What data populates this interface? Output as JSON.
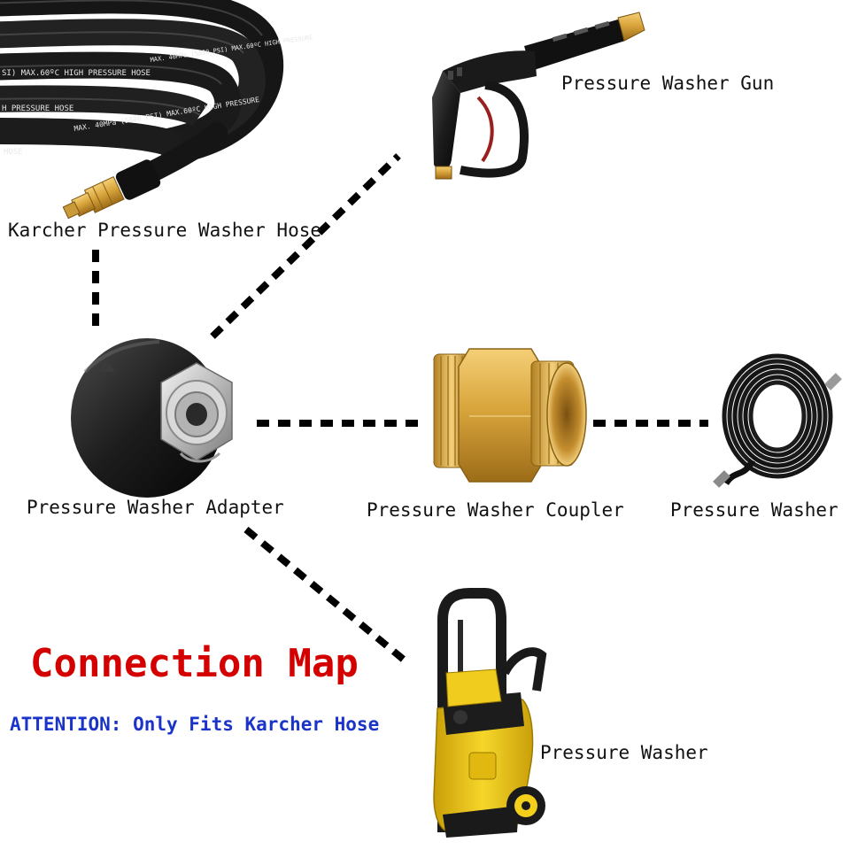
{
  "labels": {
    "hose": "Karcher Pressure Washer Hose",
    "gun": "Pressure Washer Gun",
    "adapter": "Pressure Washer Adapter",
    "coupler": "Pressure Washer Coupler",
    "washer_hose": "Pressure Washer",
    "washer_machine": "Pressure Washer"
  },
  "title": "Connection Map",
  "attention": "ATTENTION: Only Fits Karcher Hose",
  "hose_print": {
    "line1": "SI) MAX.60ºC HIGH PRESSURE HOSE",
    "line2": "MAX. 40MPa (5800 PSI) MAX.60ºC HIGH PRESSURE",
    "line3": "H PRESSURE HOSE",
    "line4": "MAX. 40MPa (5800 PSI) MAX.60ºC HIGH PRESSURE",
    "line5": "HOSE"
  },
  "colors": {
    "title": "#d40000",
    "attention": "#1a33c8",
    "text": "#111111",
    "connector": "#000000",
    "brass": "#d9a53c",
    "machine_yellow": "#f2cf1a",
    "hose_black": "#1a1a1a"
  },
  "icons": {
    "hose": "coiled-hose-with-brass-fitting-icon",
    "gun": "spray-gun-icon",
    "adapter": "adapter-fitting-icon",
    "coupler": "brass-coupler-icon",
    "washer_hose": "coiled-hose-icon",
    "washer_machine": "pressure-washer-machine-icon"
  }
}
